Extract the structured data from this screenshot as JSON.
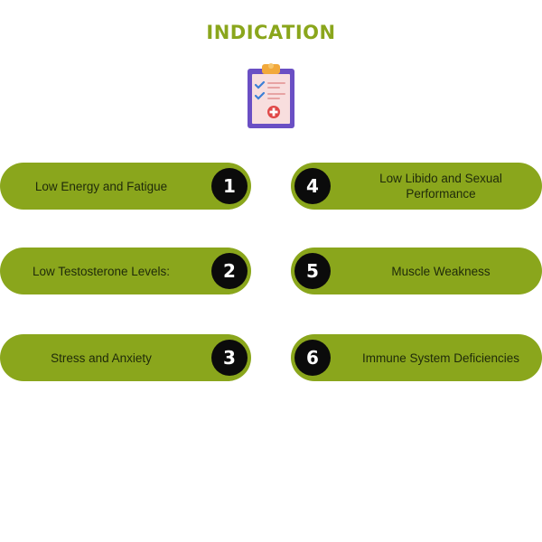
{
  "header": {
    "title": "INDICATION",
    "icon": "clipboard-checklist-icon"
  },
  "colors": {
    "accent": "#8aa61c",
    "circle": "#0b0b0b",
    "text_dark": "#1f2a0a",
    "clipboard_frame": "#6a4fc4",
    "clipboard_paper": "#f8dede",
    "check": "#3b7fd6",
    "medical_cross": "#e04848"
  },
  "indications": [
    {
      "number": "1",
      "label": "Low Energy and Fatigue"
    },
    {
      "number": "2",
      "label": "Low Testosterone Levels:"
    },
    {
      "number": "3",
      "label": "Stress and Anxiety"
    },
    {
      "number": "4",
      "label": "Low Libido and Sexual Performance"
    },
    {
      "number": "5",
      "label": "Muscle Weakness"
    },
    {
      "number": "6",
      "label": "Immune System Deficiencies"
    }
  ]
}
